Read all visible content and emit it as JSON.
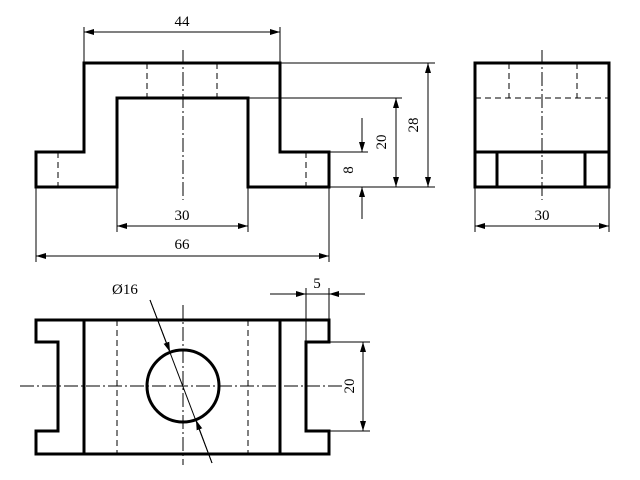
{
  "dimensions": {
    "top_width": "44",
    "inner_width": "30",
    "overall_width": "66",
    "overall_height": "28",
    "inner_height": "20",
    "step_height": "8",
    "side_width": "30",
    "hole_diameter": "Ø16",
    "slot_width": "5",
    "slot_length": "20"
  }
}
